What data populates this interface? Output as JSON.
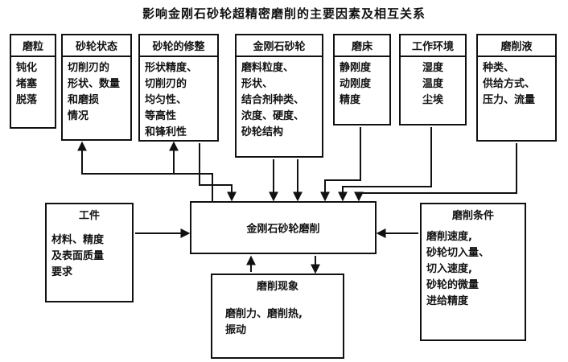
{
  "title": "影响金刚石砂轮超精密磨削的主要因素及相互关系",
  "top_boxes": [
    {
      "head": "磨粒",
      "body": "钝化\n堵塞\n脱落"
    },
    {
      "head": "砂轮状态",
      "body": "切削刃的\n形状、数量\n和磨损\n情况"
    },
    {
      "head": "砂轮的修整",
      "body": "形状精度、\n切削刃的\n均匀性、\n等高性\n和锋利性"
    },
    {
      "head": "金刚石砂轮",
      "body": "磨料粒度、\n形状、\n结合剂种类、\n浓度、硬度、\n砂轮结构"
    },
    {
      "head": "磨床",
      "body": "静刚度\n动刚度\n精度"
    },
    {
      "head": "工作环境",
      "body": "湿度\n温度\n尘埃"
    },
    {
      "head": "磨削液",
      "body": "种类、\n供给方式、\n压力、流量"
    }
  ],
  "center": {
    "label": "金刚石砂轮磨削"
  },
  "workpiece": {
    "head": "工件",
    "body": "材料、精度\n及表面质量\n要求"
  },
  "conditions": {
    "head": "磨削条件",
    "body": "磨削速度,\n砂轮切入量、\n切入速度,\n砂轮的微量\n进给精度"
  },
  "phenomena": {
    "head": "磨削现象",
    "body": "磨削力、磨削热,\n振动"
  }
}
